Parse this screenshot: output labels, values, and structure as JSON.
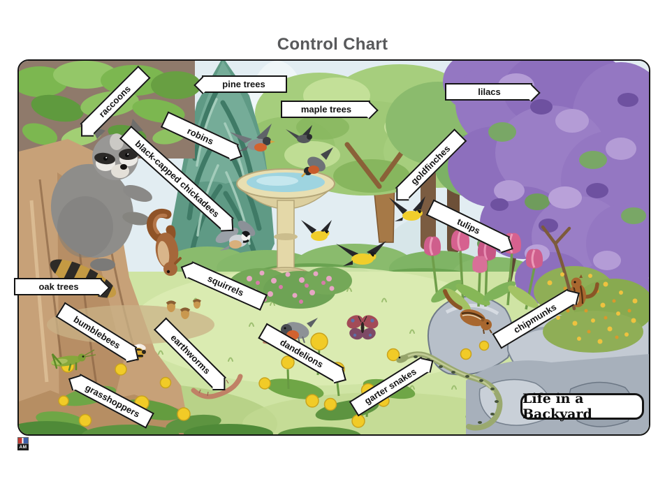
{
  "page": {
    "title": "Control Chart"
  },
  "poster": {
    "scene_title": "Life in a Backyard",
    "labels": [
      {
        "id": "raccoons",
        "text": "raccoons"
      },
      {
        "id": "pine-trees",
        "text": "pine trees"
      },
      {
        "id": "maple-trees",
        "text": "maple trees"
      },
      {
        "id": "lilacs",
        "text": "lilacs"
      },
      {
        "id": "robins",
        "text": "robins"
      },
      {
        "id": "black-capped-chickadees",
        "text": "black-capped chickadees"
      },
      {
        "id": "goldfinches",
        "text": "goldfinches"
      },
      {
        "id": "tulips",
        "text": "tulips"
      },
      {
        "id": "oak-trees",
        "text": "oak trees"
      },
      {
        "id": "squirrels",
        "text": "squirrels"
      },
      {
        "id": "bumblebees",
        "text": "bumblebees"
      },
      {
        "id": "earthworms",
        "text": "earthworms"
      },
      {
        "id": "grasshoppers",
        "text": "grasshoppers"
      },
      {
        "id": "dandelions",
        "text": "dandelions"
      },
      {
        "id": "garter-snakes",
        "text": "garter snakes"
      },
      {
        "id": "chipmunks",
        "text": "chipmunks"
      }
    ],
    "colors": {
      "title_text": "#58595b",
      "label_bg": "#ffffff",
      "label_border": "#141414",
      "frame_border": "#141414",
      "sky": "#e4eef3",
      "grass": "#cfe4a4",
      "pine_green": "#4f8a74",
      "maple_green": "#a6ce7d",
      "lilac_purple": "#9477c2",
      "tulip_pink": "#d6618f",
      "dandelion_yellow": "#f1cb27",
      "rock_gray": "#b7bfc9",
      "trunk_tan": "#c7a178"
    }
  },
  "footer": {
    "logo_text": "AM"
  }
}
